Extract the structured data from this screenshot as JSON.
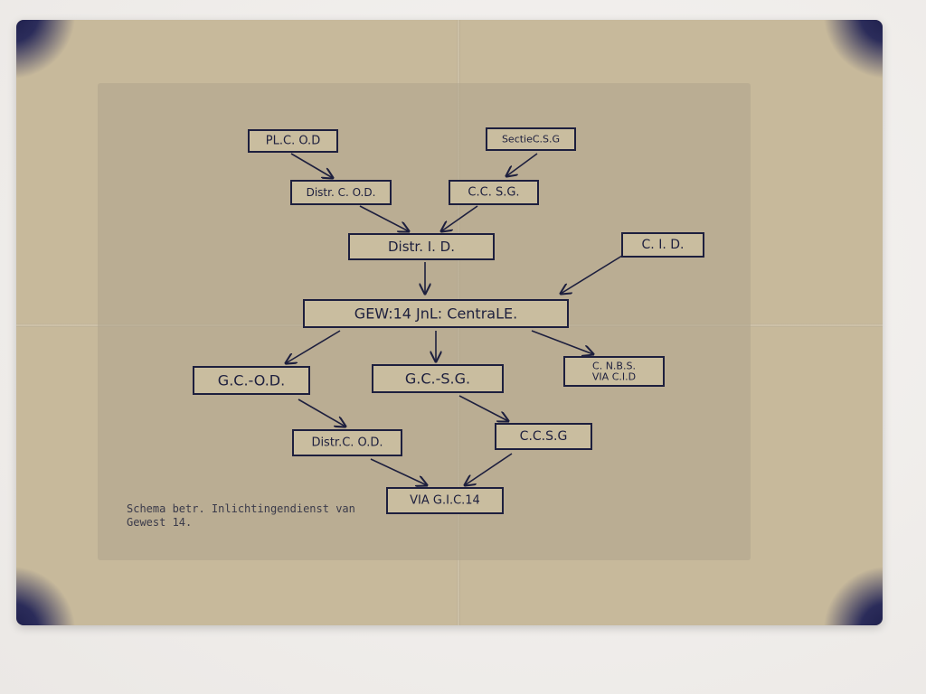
{
  "diagram": {
    "nodes": [
      {
        "id": "pl-cod",
        "label": "PL.C. O.D",
        "labels": [
          "PL.C. O.D"
        ]
      },
      {
        "id": "sectie-csg",
        "label": "SectieC.S.G",
        "labels": [
          "SectieC.S.G"
        ]
      },
      {
        "id": "distr-cod-top",
        "label": "Distr. C. O.D.",
        "labels": [
          "Distr. C. O.D."
        ]
      },
      {
        "id": "ccsg-top",
        "label": "C.C. S.G.",
        "labels": [
          "C.C. S.G."
        ]
      },
      {
        "id": "distr-id",
        "label": "Distr. I. D.",
        "labels": [
          "Distr. I. D."
        ]
      },
      {
        "id": "cid",
        "label": "C. I. D.",
        "labels": [
          "C. I. D."
        ]
      },
      {
        "id": "centrale",
        "label": "GEW:14 JnL: CentraLE.",
        "labels": [
          "GEW:14 JnL: CentraLE."
        ]
      },
      {
        "id": "gc-od",
        "label": "G.C.-O.D.",
        "labels": [
          "G.C.-O.D."
        ]
      },
      {
        "id": "gc-sg",
        "label": "G.C.-S.G.",
        "labels": [
          "G.C.-S.G."
        ]
      },
      {
        "id": "cnbs",
        "label": "C. N.B.S. VIA C.I.D",
        "labels": [
          "C. N.B.S.",
          "VIA C.I.D"
        ]
      },
      {
        "id": "distr-cod-bottom",
        "label": "Distr.C. O.D.",
        "labels": [
          "Distr.C. O.D."
        ]
      },
      {
        "id": "ccsg-bottom",
        "label": "C.C.S.G",
        "labels": [
          "C.C.S.G"
        ]
      },
      {
        "id": "via-gic",
        "label": "VIA G.I.C.14",
        "labels": [
          "VIA G.I.C.14"
        ]
      }
    ],
    "edges": [
      {
        "from": "pl-cod",
        "to": "distr-cod-top"
      },
      {
        "from": "sectie-csg",
        "to": "ccsg-top"
      },
      {
        "from": "distr-cod-top",
        "to": "distr-id"
      },
      {
        "from": "ccsg-top",
        "to": "distr-id"
      },
      {
        "from": "distr-id",
        "to": "centrale"
      },
      {
        "from": "cid",
        "to": "centrale"
      },
      {
        "from": "centrale",
        "to": "gc-od"
      },
      {
        "from": "centrale",
        "to": "gc-sg"
      },
      {
        "from": "centrale",
        "to": "cnbs"
      },
      {
        "from": "gc-od",
        "to": "distr-cod-bottom"
      },
      {
        "from": "gc-sg",
        "to": "ccsg-bottom"
      },
      {
        "from": "distr-cod-bottom",
        "to": "via-gic"
      },
      {
        "from": "ccsg-bottom",
        "to": "via-gic"
      }
    ]
  },
  "caption": {
    "line1": "Schema betr. Inlichtingendienst van",
    "line2": "Gewest 14."
  },
  "colors": {
    "paper": "#c7b99b",
    "ink": "#1d1f3e",
    "background": "#f1efed"
  }
}
